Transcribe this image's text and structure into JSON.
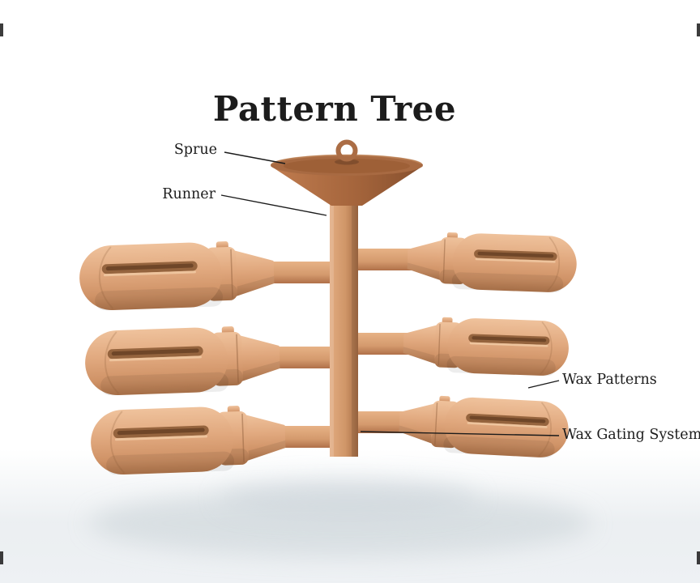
{
  "diagram": {
    "title": "Pattern Tree",
    "labels": {
      "sprue": "Sprue",
      "runner": "Runner",
      "wax_patterns": "Wax Patterns",
      "wax_gating_system": "Wax Gating System"
    },
    "colors": {
      "background": "#ffffff",
      "text": "#1c1c1c",
      "leader_line": "#1b1b1b",
      "wax_light": "#eec09a",
      "wax_mid": "#e0a87e",
      "wax_dark": "#b4794f",
      "funnel_brown": "#a5653c",
      "floor_gray": "#e9edf0"
    }
  }
}
